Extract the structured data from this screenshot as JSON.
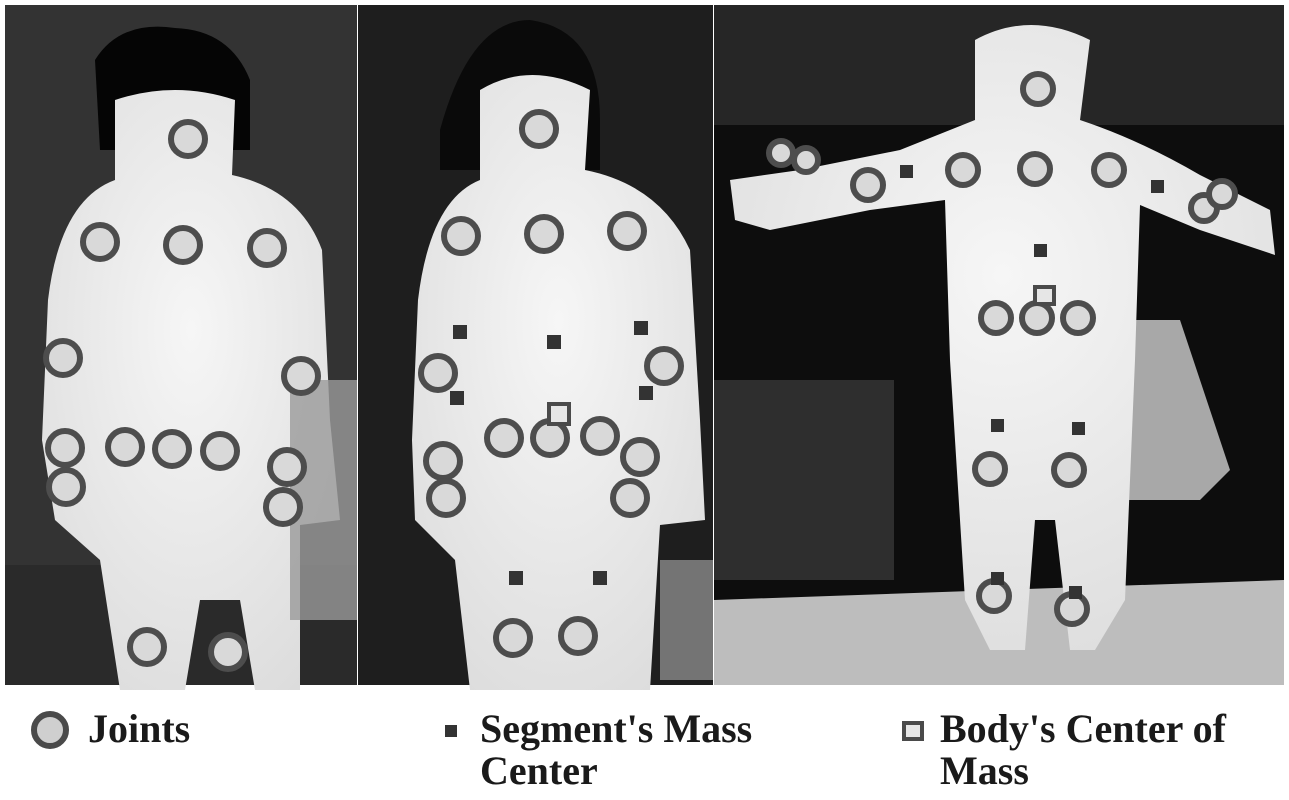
{
  "legend": {
    "joints": "Joints",
    "segment_mass_center": "Segment's Mass Center",
    "body_center_of_mass": "Body's Center of Mass"
  },
  "colors": {
    "joint_stroke": "#4a4a4a",
    "joint_fill": "#cfcfcf",
    "segment_marker": "#333333",
    "background_dark": "#141414",
    "silhouette": "#ececec"
  }
}
